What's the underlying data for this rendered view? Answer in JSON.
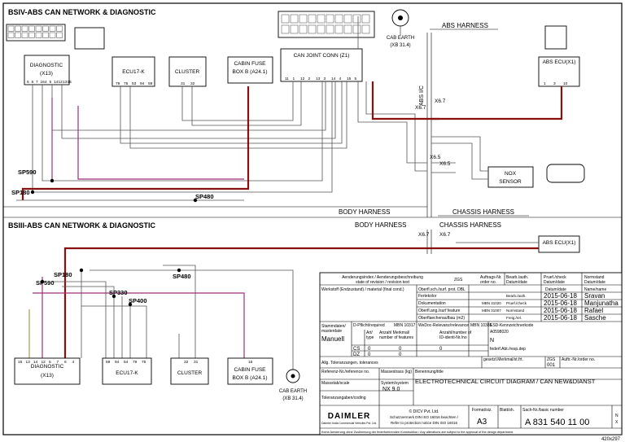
{
  "titles": {
    "top": "BSIV-ABS CAN NETWORK & DIAGNOSTIC",
    "bottom": "BSIII-ABS CAN NETWORK & DIAGNOSTIC"
  },
  "harness": {
    "abs_top": "ABS HARNESS",
    "body1": "BODY HARNESS",
    "chassis1": "CHASSIS HARNESS",
    "body2": "BODY HARNESS",
    "chassis2": "CHASSIS HARNESS",
    "abs_ic": "ABS I/C"
  },
  "components": {
    "diag_top": [
      "DIAGNOSTIC",
      "(X13)"
    ],
    "ecu_top": "ECU17-K",
    "cluster_top": "CLUSTER",
    "fuse_top": [
      "CABIN FUSE",
      "BOX B (A24.1)"
    ],
    "can_joint": "CAN JOINT CONN (Z1)",
    "cab_earth_top": [
      "CAB EARTH",
      "(XB 31.4)"
    ],
    "abs_ecu_top": "ABS ECU(X1)",
    "nox": [
      "NOX",
      "SENSOR"
    ],
    "abs_ecu_bottom": "ABS ECU(X1)",
    "diag_bottom": [
      "DIAGNOSTIC",
      "(X13)"
    ],
    "ecu_bottom": "ECU17-K",
    "cluster_bottom": "CLUSTER",
    "fuse_bottom": [
      "CABIN FUSE",
      "BOX B (A24.1)"
    ],
    "cab_earth_bottom": [
      "CAB EARTH",
      "(XB 31.4)"
    ]
  },
  "splices": {
    "sp590_top": "SP590",
    "sp180_top": "SP180",
    "sp480_top": "SP480",
    "sp180_bottom": "SP180",
    "sp590_bottom": "SP590",
    "sp480_bottom": "SP480",
    "sp330": "SP330",
    "sp400": "SP400",
    "x67a": "X6.7",
    "x67b": "X6.7",
    "x65a": "X6.5",
    "x65b": "X6.5",
    "x67c": "X6.7",
    "x67d": "X6.7"
  },
  "pins": {
    "diag_top": [
      "6",
      "8",
      "7",
      "16",
      "4",
      "5",
      "14",
      "12",
      "13",
      "15"
    ],
    "ecu_top": [
      "79",
      "75",
      "53",
      "94",
      "59"
    ],
    "cluster_top": [
      "31",
      "32"
    ],
    "can_joint": [
      "11",
      "1",
      "12",
      "2",
      "13",
      "3",
      "14",
      "4",
      "15",
      "5"
    ],
    "abs_top": [
      "1",
      "3",
      "10"
    ],
    "diag_bottom": [
      "15",
      "13",
      "14",
      "12",
      "5",
      "7",
      "6",
      "4"
    ],
    "ecu_bottom": [
      "59",
      "94",
      "54",
      "79",
      "75"
    ],
    "cluster_bottom": [
      "32",
      "31"
    ],
    "fuse_bottom": [
      "16"
    ]
  },
  "title_block": {
    "rev_header_de": "Aenderungsindex / Aenderungsbeschreibung",
    "rev_header_en": "state of revision / revision text",
    "zgs": "ZGS",
    "order_no": [
      "Auftrags-Nr.",
      "order no."
    ],
    "designer": [
      "Bearb./auth.",
      "Datum/date"
    ],
    "checker": [
      "Pruef./check",
      "Datum/date"
    ],
    "standard": [
      "Normstand",
      "Datum/date"
    ],
    "material": "Werkstoff (Endzustand) / material (final cond.)",
    "surface": "Oberfl.sch./surf. prot. DBL",
    "rows": [
      {
        "label": "Fertekolor",
        "role": "Bearb./auth.",
        "date": "2015-06-18",
        "name": "Sravan"
      },
      {
        "label": "Dokumentation",
        "mbn": "MBN 31020",
        "role": "Pruef./check",
        "date": "2015-06-18",
        "name": "Manjunatha"
      },
      {
        "label": "Oberfl.ang./surf feature",
        "mbn": "MBN 31007",
        "role": "Normstand",
        "date": "2015-06-18",
        "name": "Rafael"
      },
      {
        "label": "Oberflaechenaufbau (m2)",
        "role": "Freig./rel.",
        "date": "2015-06-18",
        "name": "Sasche"
      }
    ],
    "datum_header": "Datum/date",
    "name_header": "Name/name",
    "masterdata": [
      "Stammdaten/",
      "masterdate"
    ],
    "masterdata_value": "Manuell",
    "d_pflicht": "D-Pflicht/required",
    "mbn1": "MBN 10317",
    "weldoc": "WeDoc-Relevanz/relevance",
    "mbn2": "MBN 10385",
    "esd": "ESD-Kennzeichnerkode",
    "esd_code": "A0598020",
    "art_type": [
      "Art/",
      "type"
    ],
    "anz_merk": [
      "Anzahl Merkmal/",
      "number of features"
    ],
    "anz_id": [
      "Anzahl/number of",
      "ID-identi-Nr./no"
    ],
    "flag": "N",
    "cs": "CS",
    "dz": "DZ",
    "zero": "0",
    "feder": "federf.Abt./resp.dep",
    "tolerances": "Allg. Toleranzangen. tolerances",
    "gesetzl": "gesetzl.Merkmal/st.frt.",
    "zgs2": "ZGS",
    "zgs_val": "001",
    "auftr_no": "Auftr.-Nr./order no.",
    "ref_no": "Referenz-Nr./reference no.",
    "mass": "Massestrass (kg)",
    "benennung": "Benennung/title",
    "drawing_title": "ELECTROTECHNICAL CIRCUIT DIAGRAM / CAN NEW&DIANST",
    "scale": "Massstab/scale",
    "system": "System/system",
    "system_val": "NX 9.0",
    "tol_coding": "Toleranzangaben/coding",
    "daimler": "DAIMLER",
    "daimler_sub": "Daimler India Commercial Vehicles Pvt. Ltd.",
    "copyright": "© DICV Pvt. Ltd.",
    "protect1": "Schutzvermerk DIN ISO 16016 beachten /",
    "protect2": "Refer to protection notice DIN ISO 16016",
    "format_label": "Format/siz.",
    "format": "A3",
    "sheet_label": "Blatt/sh.",
    "base_no_label": "Sach-Nr./basic number",
    "base_no": "A 831 540 11 00",
    "nx": [
      "N",
      "X"
    ],
    "footer_note": "Keine Aenderung ohne Zustimmung der federfuehrenden Konstruktion / Any alterations are subject to the approval of the design department.",
    "sheet_size": "420x297"
  }
}
